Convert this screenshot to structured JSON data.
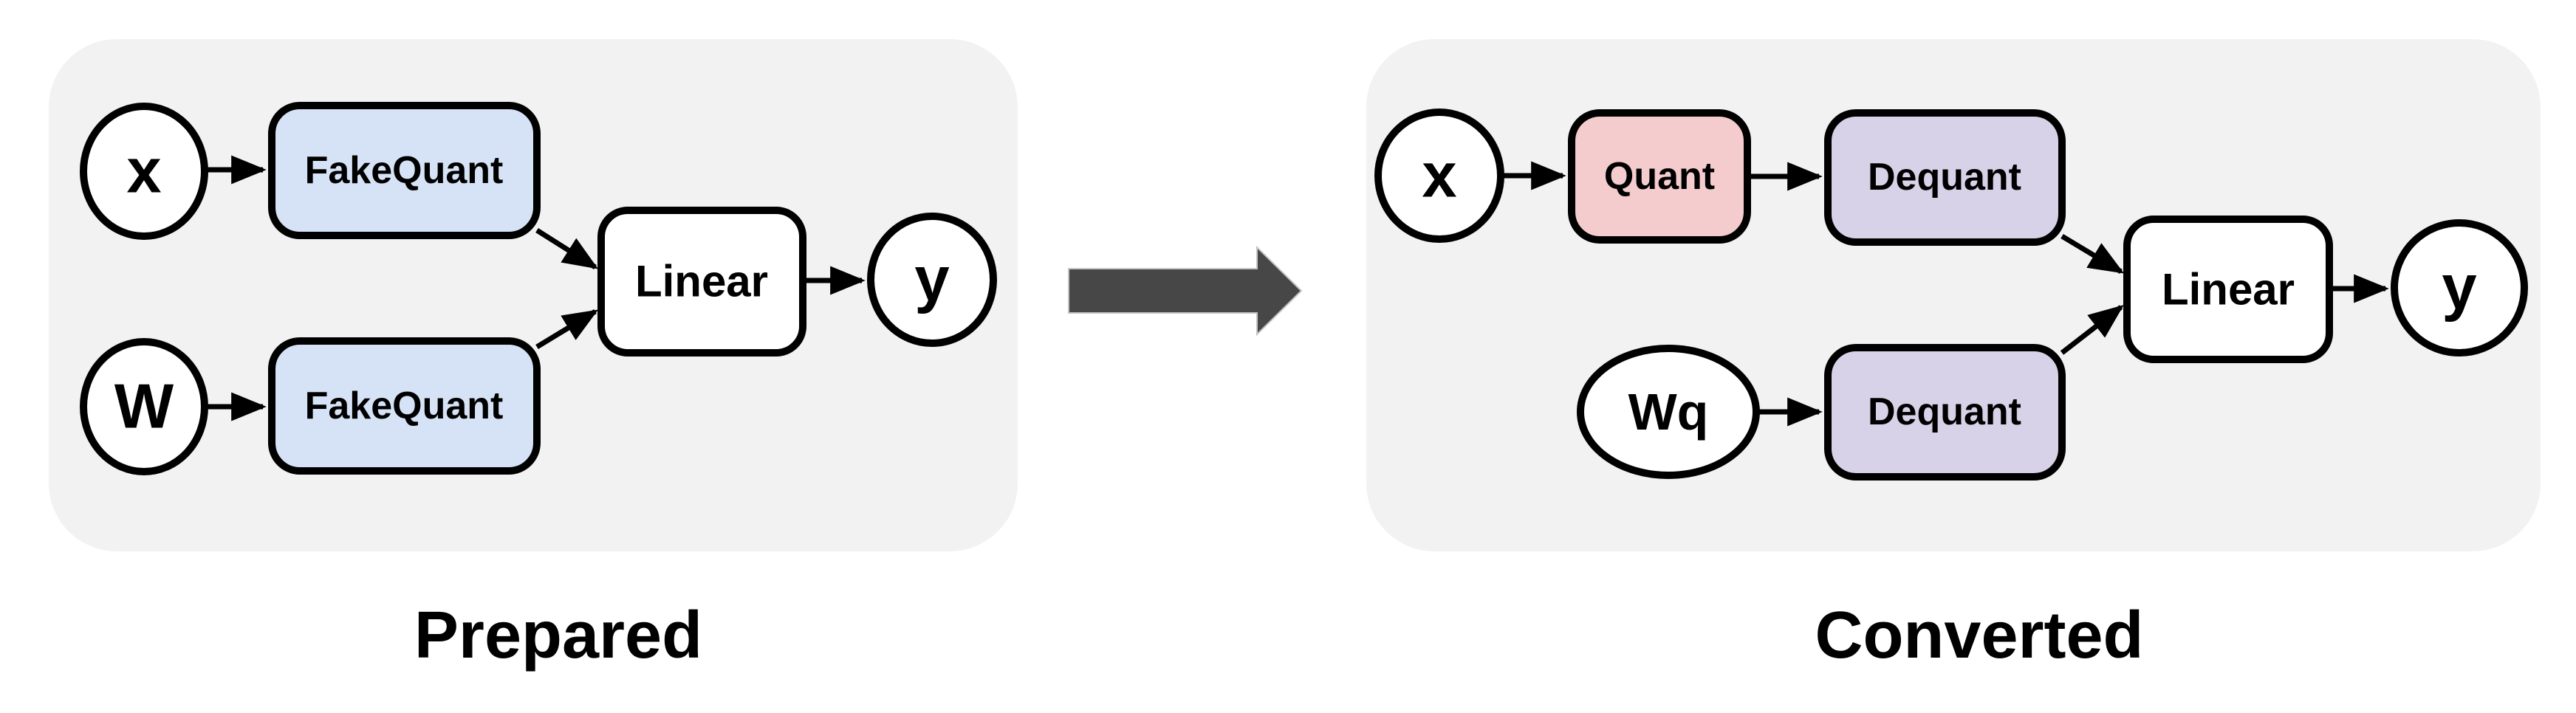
{
  "colors": {
    "page_bg": "#ffffff",
    "panel_bg": "#f2f2f2",
    "node_outline": "#000000",
    "fakequant_fill": "#d6e3f6",
    "quant_fill": "#f4cccd",
    "dequant_fill": "#d8d2e8",
    "op_fill": "#ffffff",
    "io_fill": "#ffffff",
    "edge_color": "#000000",
    "transform_arrow_fill": "#474747",
    "title_color": "#000000"
  },
  "prepared": {
    "title": "Prepared",
    "nodes": {
      "x": {
        "label": "x"
      },
      "fakequant_activation": {
        "label": "FakeQuant"
      },
      "w": {
        "label": "W"
      },
      "fakequant_weight": {
        "label": "FakeQuant"
      },
      "linear": {
        "label": "Linear"
      },
      "y": {
        "label": "y"
      }
    }
  },
  "converted": {
    "title": "Converted",
    "nodes": {
      "x": {
        "label": "x"
      },
      "quant": {
        "label": "Quant"
      },
      "dequant_activation": {
        "label": "Dequant"
      },
      "wq": {
        "label": "Wq"
      },
      "dequant_weight": {
        "label": "Dequant"
      },
      "linear": {
        "label": "Linear"
      },
      "y": {
        "label": "y"
      }
    }
  },
  "transform_arrow_icon": "right-arrow"
}
